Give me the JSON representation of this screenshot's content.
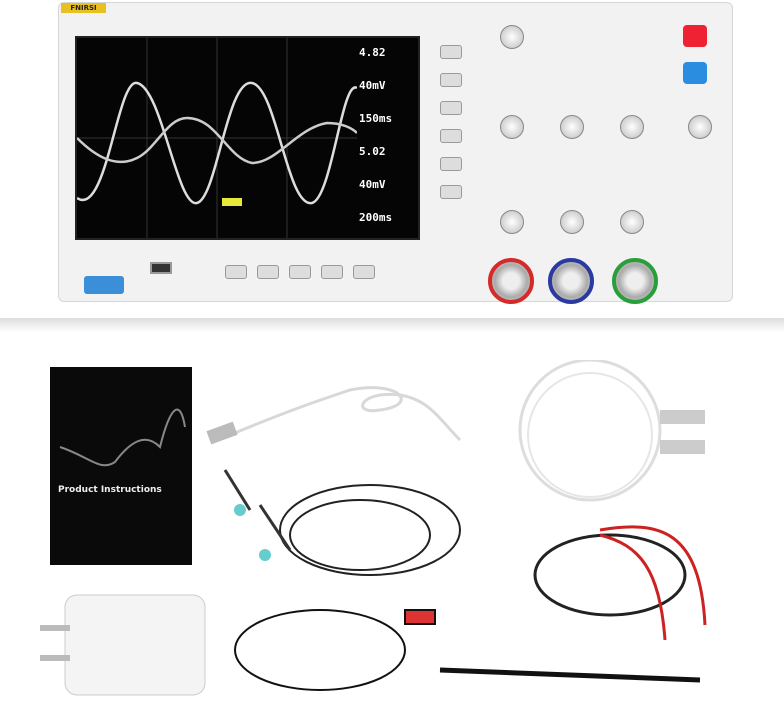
{
  "oscilloscope": {
    "brand": "FNIRSI",
    "screen": {
      "readouts": [
        "4.82",
        "40mV",
        "150ms",
        "5.02",
        "40mV",
        "200ms"
      ]
    },
    "channel_colors": {
      "ch1": "#d42a2a",
      "ch2": "#2b3a9e",
      "ch3": "#2a9e3a"
    }
  },
  "manual": {
    "title": "Product Instructions"
  }
}
